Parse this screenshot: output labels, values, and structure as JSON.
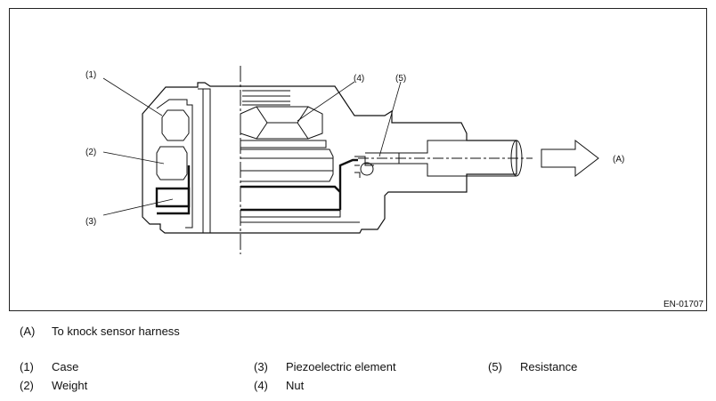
{
  "figure": {
    "id_code": "EN-01707"
  },
  "callouts": [
    {
      "tag": "(1)"
    },
    {
      "tag": "(2)"
    },
    {
      "tag": "(3)"
    },
    {
      "tag": "(4)"
    },
    {
      "tag": "(5)"
    },
    {
      "tag": "(A)"
    }
  ],
  "legend": {
    "letter_items": [
      {
        "key": "(A)",
        "text": "To knock sensor harness"
      }
    ],
    "number_items": [
      {
        "key": "(1)",
        "text": "Case"
      },
      {
        "key": "(2)",
        "text": "Weight"
      },
      {
        "key": "(3)",
        "text": "Piezoelectric element"
      },
      {
        "key": "(4)",
        "text": "Nut"
      },
      {
        "key": "(5)",
        "text": "Resistance"
      }
    ]
  }
}
